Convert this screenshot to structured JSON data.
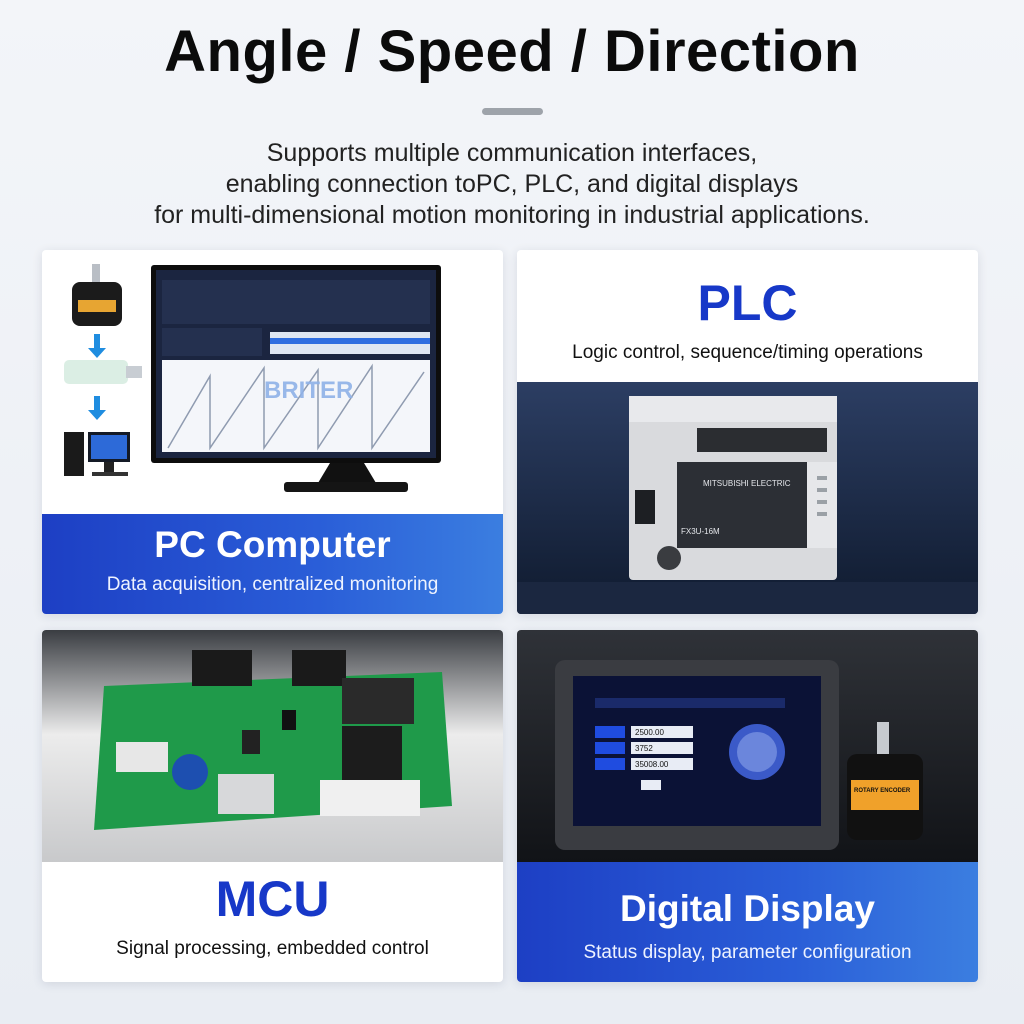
{
  "header": {
    "title": "Angle / Speed / Direction",
    "subtitle_lines": [
      "Supports multiple communication interfaces,",
      "enabling connection toPC, PLC, and digital displays",
      "for multi-dimensional motion monitoring in industrial applications."
    ]
  },
  "cards": {
    "pc": {
      "title": "PC Computer",
      "description": "Data acquisition, centralized monitoring",
      "screen_brand": "BRITER"
    },
    "plc": {
      "title": "PLC",
      "description": "Logic control, sequence/timing operations",
      "device_brand": "MITSUBISHI ELECTRIC",
      "model_label": "FX3U-16M"
    },
    "mcu": {
      "title": "MCU",
      "description": "Signal processing, embedded control"
    },
    "display": {
      "title": "Digital Display",
      "description": "Status display, parameter configuration",
      "readouts": [
        "2500.00",
        "3752",
        "35008.00"
      ],
      "encoder_label": "ROTARY ENCODER"
    }
  },
  "colors": {
    "accent_blue": "#1d3fc4",
    "title_blue": "#1738c8",
    "screen_dark": "#1b2540"
  }
}
